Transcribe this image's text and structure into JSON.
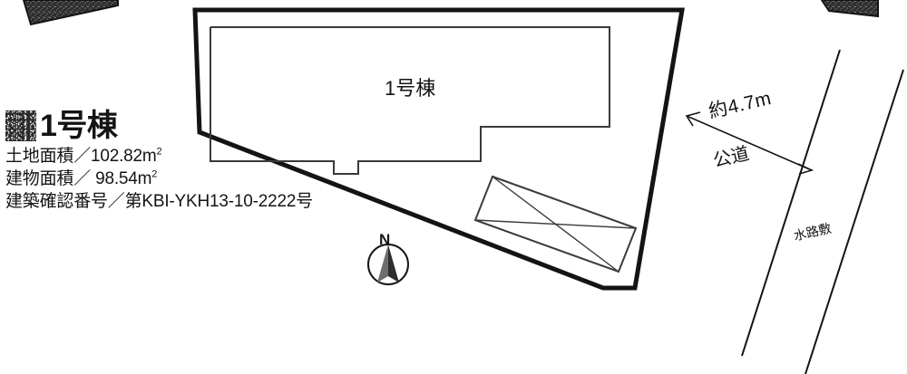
{
  "document": {
    "kind": "site-layout-plan",
    "language": "ja"
  },
  "legend": {
    "swatch_icon": "filled-noise-square-icon",
    "swatch_color": "#2b2b2b",
    "title": "1号棟",
    "specs": [
      {
        "label": "土地面積／",
        "value": "102.82",
        "unit": "m",
        "unit_sup": "2",
        "full": "土地面積／102.82m²"
      },
      {
        "label": "建物面積／",
        "value": "98.54",
        "unit": "m",
        "unit_sup": "2",
        "full": "建物面積／ 98.54m²"
      }
    ],
    "spec_line_1": "土地面積／102.82m",
    "spec_line_2": "建物面積／ 98.54m",
    "spec_line_3": "建築確認番号／第KBI-YKH13-10-2222号",
    "confirmation_label": "建築確認番号／",
    "confirmation_number": "第KBI-YKH13-10-2222号"
  },
  "map": {
    "building_label": "1号棟",
    "road_width_label": "約4.7m",
    "road_kind_label": "公道",
    "waterway_label": "水路敷",
    "north_label": "N",
    "north_icon": "north-arrow-compass-icon",
    "line_color": "#141414",
    "boundary_color": "#141414",
    "building_outline_color": "#3a3a3a"
  }
}
